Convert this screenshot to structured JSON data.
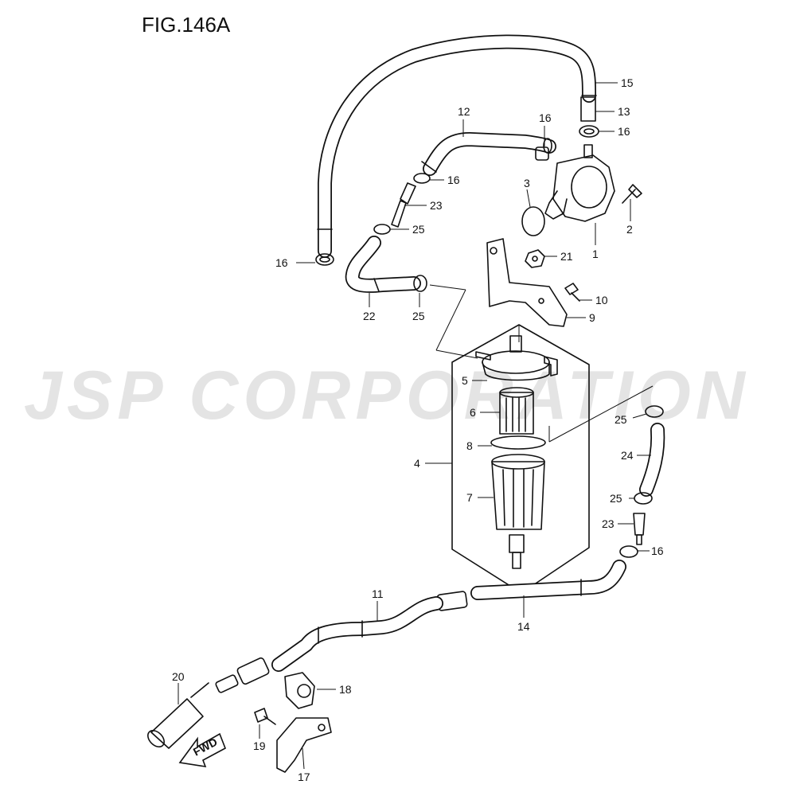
{
  "title": "FIG.146A",
  "watermark": "JSP CORPORATION",
  "callouts": [
    {
      "id": "15",
      "label": "15"
    },
    {
      "id": "13",
      "label": "13"
    },
    {
      "id": "12",
      "label": "12"
    },
    {
      "id": "16a",
      "label": "16"
    },
    {
      "id": "16b",
      "label": "16"
    },
    {
      "id": "16c",
      "label": "16"
    },
    {
      "id": "16d",
      "label": "16"
    },
    {
      "id": "16e",
      "label": "16"
    },
    {
      "id": "3",
      "label": "3"
    },
    {
      "id": "23a",
      "label": "23"
    },
    {
      "id": "25a",
      "label": "25"
    },
    {
      "id": "2",
      "label": "2"
    },
    {
      "id": "1",
      "label": "1"
    },
    {
      "id": "21",
      "label": "21"
    },
    {
      "id": "10",
      "label": "10"
    },
    {
      "id": "9",
      "label": "9"
    },
    {
      "id": "22",
      "label": "22"
    },
    {
      "id": "25b",
      "label": "25"
    },
    {
      "id": "5",
      "label": "5"
    },
    {
      "id": "6",
      "label": "6"
    },
    {
      "id": "8",
      "label": "8"
    },
    {
      "id": "4",
      "label": "4"
    },
    {
      "id": "7",
      "label": "7"
    },
    {
      "id": "25c",
      "label": "25"
    },
    {
      "id": "24",
      "label": "24"
    },
    {
      "id": "25d",
      "label": "25"
    },
    {
      "id": "23b",
      "label": "23"
    },
    {
      "id": "11",
      "label": "11"
    },
    {
      "id": "14",
      "label": "14"
    },
    {
      "id": "20",
      "label": "20"
    },
    {
      "id": "18",
      "label": "18"
    },
    {
      "id": "19",
      "label": "19"
    },
    {
      "id": "17",
      "label": "17"
    }
  ],
  "fwd_label": "FWD"
}
